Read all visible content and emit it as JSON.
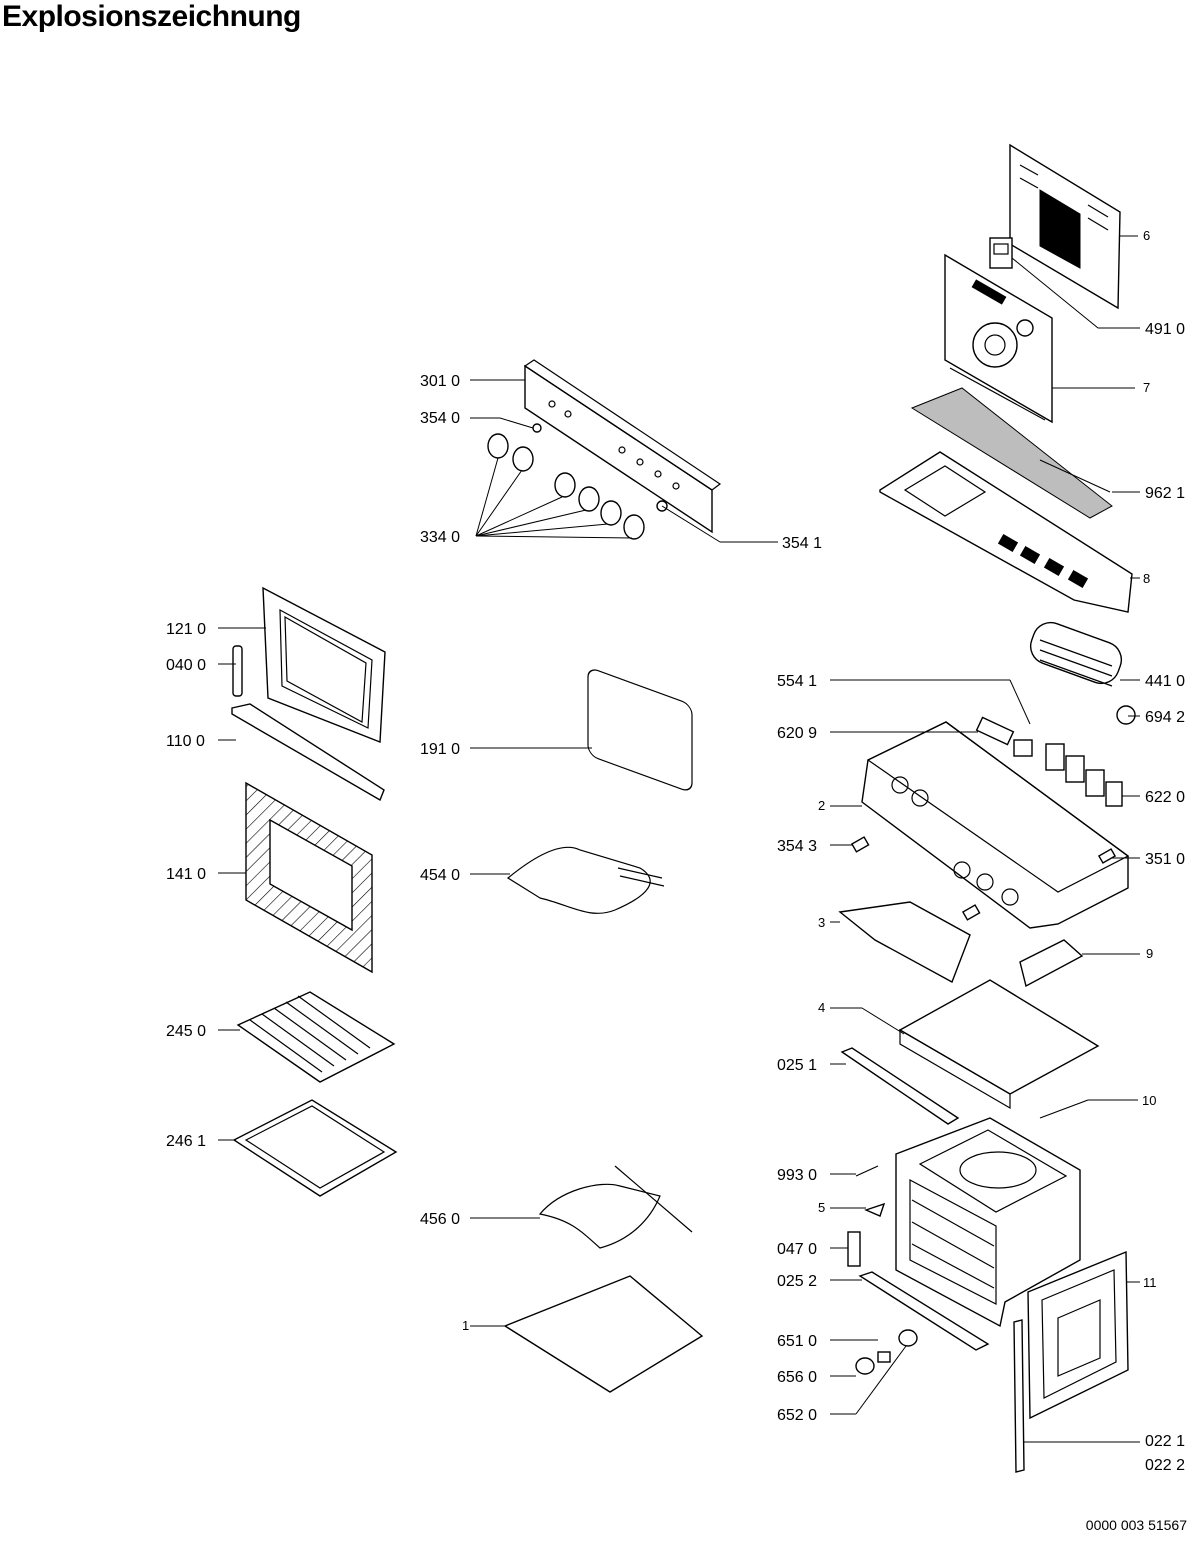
{
  "title": "Explosionszeichnung",
  "document_number": "0000 003 51567",
  "part_labels": [
    "6",
    "491 0",
    "7",
    "962 1",
    "8",
    "301 0",
    "354 0",
    "334 0",
    "354 1",
    "121 0",
    "040 0",
    "110 0",
    "141 0",
    "245 0",
    "246 1",
    "191 0",
    "454 0",
    "456 0",
    "1",
    "554 1",
    "441 0",
    "694 2",
    "620 9",
    "622 0",
    "2",
    "354 3",
    "351 0",
    "3",
    "9",
    "4",
    "025 1",
    "10",
    "993 0",
    "5",
    "047 0",
    "025 2",
    "11",
    "651 0",
    "656 0",
    "652 0",
    "022 1",
    "022 2"
  ]
}
